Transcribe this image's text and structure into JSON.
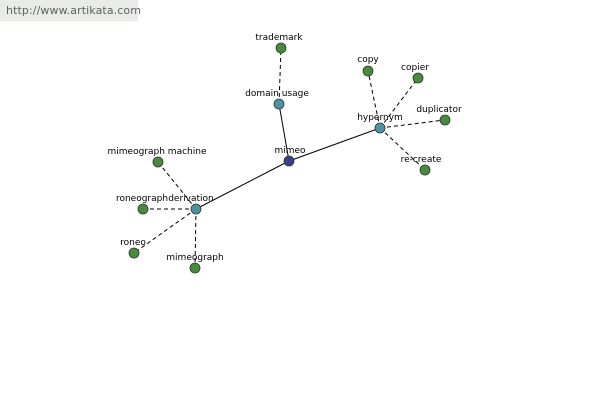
{
  "header": {
    "url": "http://www.artikata.com"
  },
  "colors": {
    "root": "#3b3d8f",
    "category": "#4f93a3",
    "leaf": "#4a8a3f",
    "edge": "#000000",
    "banner_bg": "#e9ebe9"
  },
  "graph": {
    "nodes": [
      {
        "id": "mimeo",
        "label": "mimeo",
        "kind": "root"
      },
      {
        "id": "domain_usage",
        "label": "domain usage",
        "kind": "category"
      },
      {
        "id": "hypernym",
        "label": "hypernym",
        "kind": "category"
      },
      {
        "id": "derivation",
        "label": "derivation",
        "kind": "category"
      },
      {
        "id": "trademark",
        "label": "trademark",
        "kind": "leaf"
      },
      {
        "id": "copy",
        "label": "copy",
        "kind": "leaf"
      },
      {
        "id": "copier",
        "label": "copier",
        "kind": "leaf"
      },
      {
        "id": "duplicator",
        "label": "duplicator",
        "kind": "leaf"
      },
      {
        "id": "re_create",
        "label": "re-create",
        "kind": "leaf"
      },
      {
        "id": "mimeograph_machine",
        "label": "mimeograph machine",
        "kind": "leaf"
      },
      {
        "id": "roneograph",
        "label": "roneograph",
        "kind": "leaf"
      },
      {
        "id": "roneo",
        "label": "roneo",
        "kind": "leaf"
      },
      {
        "id": "mimeograph",
        "label": "mimeograph",
        "kind": "leaf"
      }
    ],
    "edges": [
      {
        "from": "mimeo",
        "to": "domain_usage",
        "style": "solid"
      },
      {
        "from": "mimeo",
        "to": "hypernym",
        "style": "solid"
      },
      {
        "from": "mimeo",
        "to": "derivation",
        "style": "solid"
      },
      {
        "from": "domain_usage",
        "to": "trademark",
        "style": "dashed"
      },
      {
        "from": "hypernym",
        "to": "copy",
        "style": "dashed"
      },
      {
        "from": "hypernym",
        "to": "copier",
        "style": "dashed"
      },
      {
        "from": "hypernym",
        "to": "duplicator",
        "style": "dashed"
      },
      {
        "from": "hypernym",
        "to": "re_create",
        "style": "dashed"
      },
      {
        "from": "derivation",
        "to": "mimeograph_machine",
        "style": "dashed"
      },
      {
        "from": "derivation",
        "to": "roneograph",
        "style": "dashed"
      },
      {
        "from": "derivation",
        "to": "roneo",
        "style": "dashed"
      },
      {
        "from": "derivation",
        "to": "mimeograph",
        "style": "dashed"
      }
    ]
  }
}
